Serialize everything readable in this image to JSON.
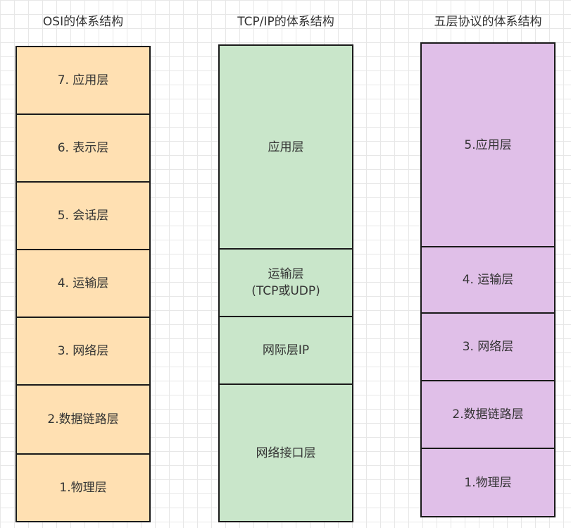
{
  "columns": [
    {
      "title": "OSI的体系结构",
      "color": "#ffe0b2",
      "layers": [
        "7. 应用层",
        "6. 表示层",
        "5. 会话层",
        "4. 运输层",
        "3. 网络层",
        "2.数据链路层",
        "1.物理层"
      ]
    },
    {
      "title": "TCP/IP的体系结构",
      "color": "#c9e6ca",
      "layers": [
        "应用层",
        "运输层\n(TCP或UDP)",
        "网际层IP",
        "网络接口层"
      ]
    },
    {
      "title": "五层协议的体系结构",
      "color": "#e0bfe8",
      "layers": [
        "5.应用层",
        "4. 运输层",
        "3. 网络层",
        "2.数据链路层",
        "1.物理层"
      ]
    }
  ]
}
